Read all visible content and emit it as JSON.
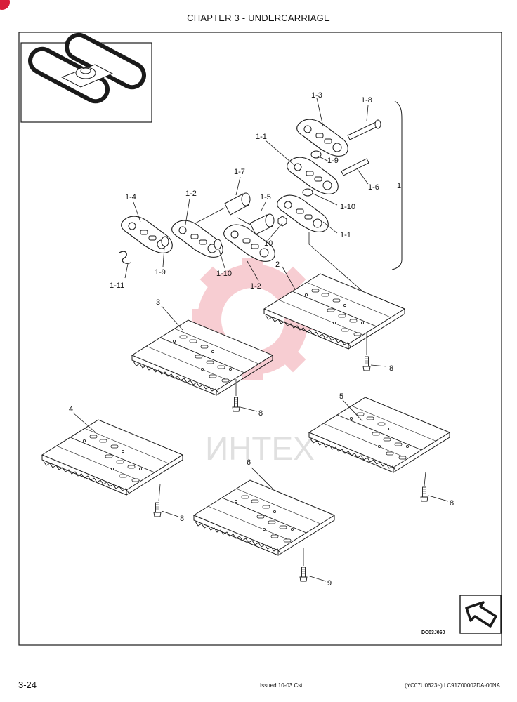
{
  "header": {
    "title": "CHAPTER 3 - UNDERCARRIAGE"
  },
  "footer": {
    "page_number": "3-24",
    "issued": "Issued 10-03   Cst",
    "document_code": "(YC07U0623~)   LC91Z00002DA-00NA"
  },
  "figure": {
    "figure_id": "DC03J060",
    "watermark": "ИНТЕХ",
    "callouts": {
      "c13": "1-3",
      "c18": "1-8",
      "c11a": "1-1",
      "c19a": "1-9",
      "c17": "1-7",
      "c16": "1-6",
      "c1": "1",
      "c14": "1-4",
      "c12a": "1-2",
      "c15": "1-5",
      "c110a": "1-10",
      "c11b": "1-1",
      "c10": "10",
      "c19b": "1-9",
      "c110b": "1-10",
      "c12b": "1-2",
      "c111": "1-11",
      "c2": "2",
      "c3": "3",
      "c4": "4",
      "c5": "5",
      "c6": "6",
      "c8a": "8",
      "c8b": "8",
      "c8c": "8",
      "c8d": "8",
      "c9": "9"
    }
  },
  "colors": {
    "line": "#1a1a1a",
    "watermark": "#f2a6ae",
    "accent": "#d81e3a"
  }
}
